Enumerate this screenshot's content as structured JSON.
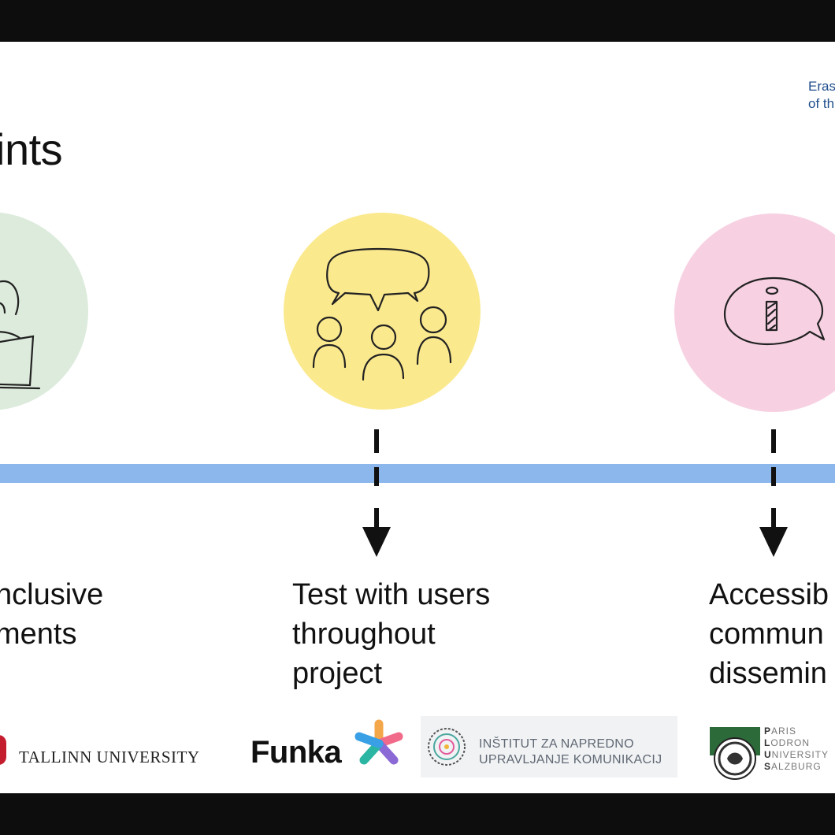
{
  "header": {
    "partner_line": "Eras\nof th"
  },
  "title": "ints",
  "points": [
    {
      "text": "nclusive\nments",
      "circle_color": "#dcebdc",
      "icon": "person-at-laptop-icon"
    },
    {
      "text": "Test with users\nthroughout\nproject",
      "circle_color": "#fbe98e",
      "icon": "group-discussion-icon"
    },
    {
      "text": "Accessib\ncommun\ndissemin",
      "circle_color": "#f7d1e2",
      "icon": "info-speech-bubble-icon"
    }
  ],
  "timeline_color": "#8bb7ec",
  "logos": {
    "tallinn": "TALLINN UNIVERSITY",
    "funka": "Funka",
    "nexus": "INŠTITUT ZA NAPREDNO\nUPRAVLJANJE KOMUNIKACIJ",
    "plus": {
      "line1_initial": "P",
      "line1_rest": "ARIS",
      "line2_initial": "L",
      "line2_rest": "ODRON",
      "line3_initial": "U",
      "line3_rest": "NIVERSITY",
      "line4_initial": "S",
      "line4_rest": "ALZBURG"
    }
  },
  "colors": {
    "tallinn_red": "#c41d2e",
    "erasmus_blue": "#1f4e8c",
    "plus_green": "#2d6a3a"
  }
}
